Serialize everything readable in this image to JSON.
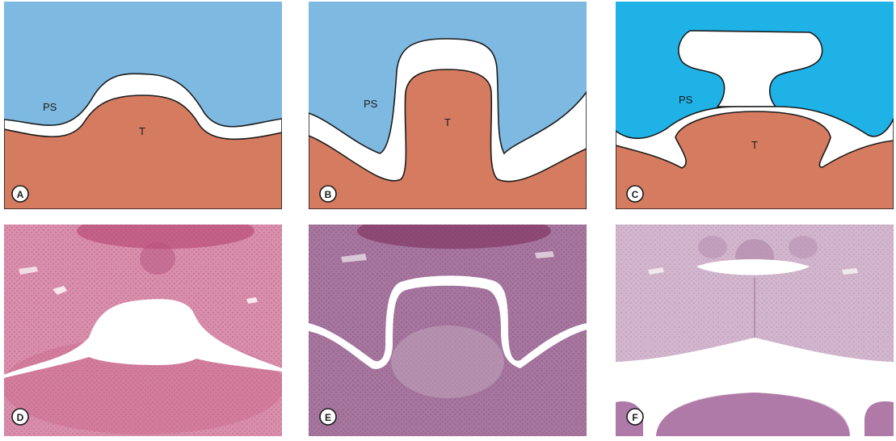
{
  "colors": {
    "palate": "#7db9e1",
    "palate_c": "#1fb2e6",
    "tongue": "#d57b60",
    "cavity": "#ffffff",
    "outline": "#1b1b1b",
    "tissue_pink": "#d68cae",
    "tissue_purple": "#a0709b",
    "tissue_light": "#cfb1c8"
  },
  "panels": {
    "A": {
      "badge": "A",
      "ps_label": "PS",
      "t_label": "T"
    },
    "B": {
      "badge": "B",
      "ps_label": "PS",
      "t_label": "T"
    },
    "C": {
      "badge": "C",
      "ps_label": "PS",
      "t_label": "T"
    },
    "D": {
      "badge": "D"
    },
    "E": {
      "badge": "E"
    },
    "F": {
      "badge": "F"
    }
  }
}
